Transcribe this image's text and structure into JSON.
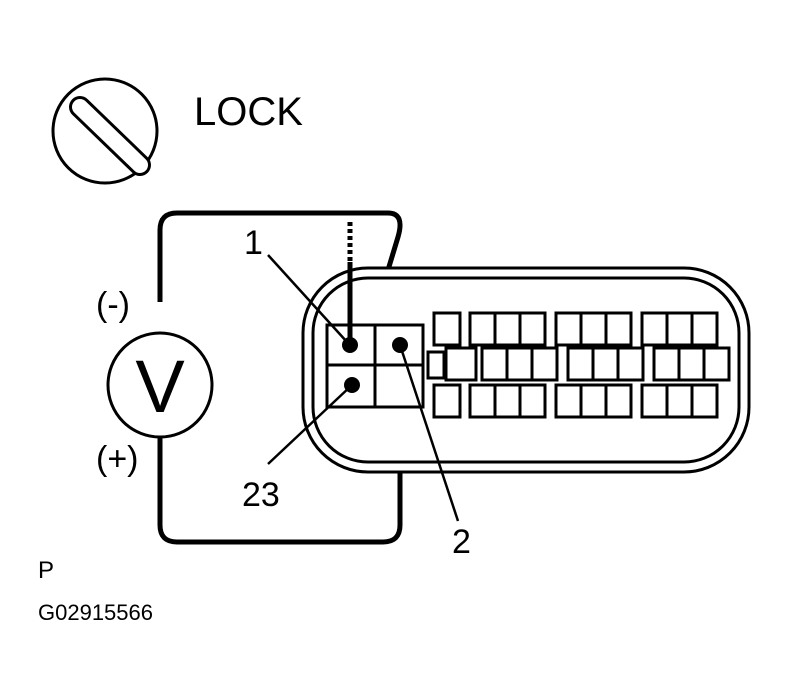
{
  "ignition": {
    "label": "LOCK",
    "icon": "ignition-lock-icon"
  },
  "meter": {
    "symbol": "V",
    "negative": "(-)",
    "positive": "(+)",
    "icon": "voltmeter-icon"
  },
  "terminals": {
    "t1": "1",
    "t23": "23",
    "t2": "2"
  },
  "footer": {
    "code": "P",
    "figure_id": "G02915566"
  },
  "colors": {
    "ink": "#000000",
    "background": "#ffffff"
  }
}
